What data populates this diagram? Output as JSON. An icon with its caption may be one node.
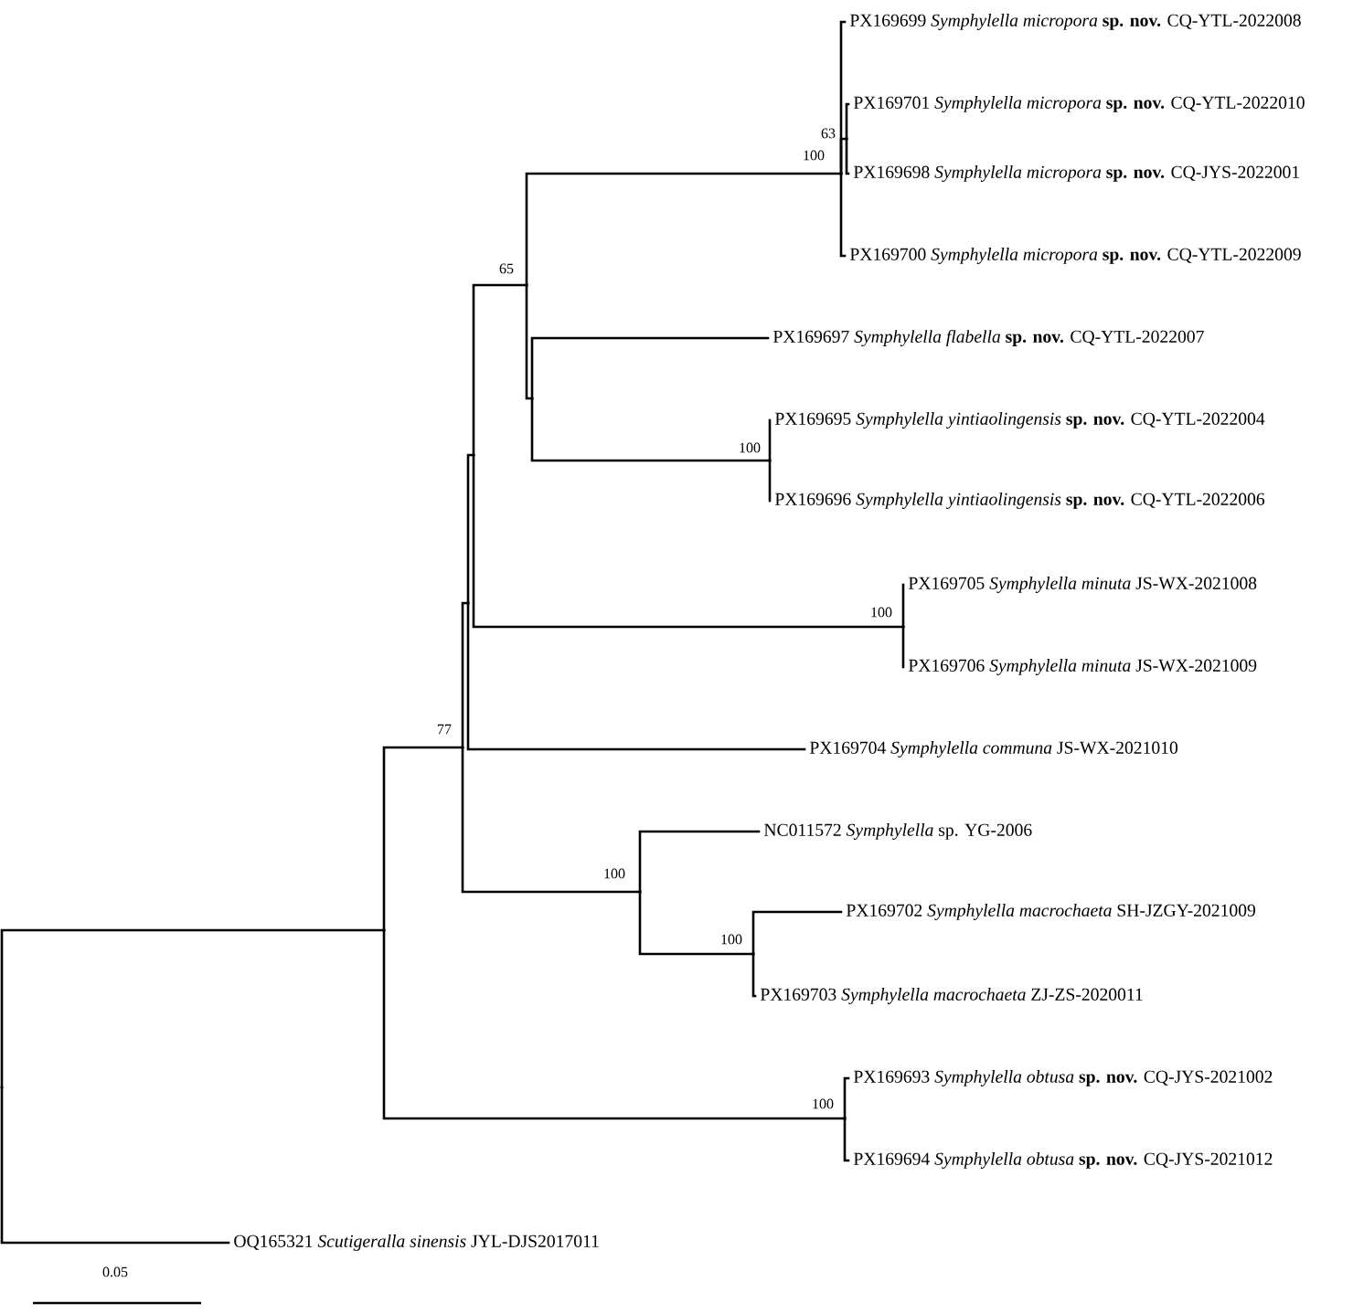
{
  "diagram": {
    "nodes": [
      {
        "text": [
          "PX169699 *Symphylella micropora* **sp. nov.** CQ-YTL-2022008"
        ]
      },
      {
        "text": [
          "PX169701 *Symphylella micropora* **sp. nov.** CQ-YTL-2022010"
        ]
      },
      {
        "text": [
          "PX169698 *Symphylella micropora* **sp. nov.** CQ-JYS-2022001"
        ]
      },
      {
        "text": [
          "PX169700 *Symphylella micropora* **sp. nov.** CQ-YTL-2022009"
        ]
      },
      {
        "text": [
          "PX169697 *Symphylella flabella* **sp. nov.** CQ-YTL-2022007"
        ]
      },
      {
        "text": [
          "PX169695 *Symphylella yintiaolingensis* **sp. nov.** CQ-YTL-2022004"
        ]
      },
      {
        "text": [
          "PX169696 *Symphylella yintiaolingensis* **sp. nov.** CQ-YTL-2022006"
        ]
      },
      {
        "text": [
          "PX169705 *Symphylella minuta* JS-WX-2021008"
        ]
      },
      {
        "text": [
          "PX169706 *Symphylella minuta* JS-WX-2021009"
        ]
      },
      {
        "text": [
          "PX169704 *Symphylella communa* JS-WX-2021010"
        ]
      },
      {
        "text": [
          "NC011572 *Symphylella* sp. YG-2006"
        ]
      },
      {
        "text": [
          "PX169702 *Symphylella macrochaeta* SH-JZGY-2021009"
        ]
      },
      {
        "text": [
          "PX169703 *Symphylella macrochaeta* ZJ-ZS-2020011"
        ]
      },
      {
        "text": [
          "PX169693 *Symphylella obtusa* **sp. nov.** CQ-JYS-2021002"
        ]
      },
      {
        "text": [
          "PX169694 *Symphylella obtusa* **sp. nov.** CQ-JYS-2021012"
        ]
      },
      {
        "text": [
          "OQ165321 *Scutigeralla sinensis* JYL-DJS2017011"
        ]
      },
      {
        "text": [],
        "shape": "point"
      },
      {
        "text": [],
        "shape": "point"
      },
      {
        "text": [],
        "shape": "point",
        "beside": [
          "77"
        ]
      },
      {
        "text": [],
        "shape": "point"
      },
      {
        "text": [],
        "shape": "point"
      },
      {
        "text": [],
        "shape": "point",
        "beside": [
          "65"
        ]
      },
      {
        "text": [],
        "shape": "point"
      },
      {
        "text": [],
        "shape": "point",
        "beside": [
          "100"
        ]
      },
      {
        "text": [],
        "shape": "point",
        "beside": [
          "100"
        ]
      },
      {
        "text": [],
        "shape": "point",
        "beside": [
          "100"
        ]
      },
      {
        "text": [],
        "shape": "point",
        "beside": [
          "100"
        ]
      },
      {
        "text": [],
        "shape": "point",
        "beside": [
          "63"
        ]
      },
      {
        "text": [],
        "shape": "point",
        "beside": [
          "100"
        ]
      },
      {
        "text": [],
        "shape": "point",
        "beside": [
          "100"
        ]
      }
    ],
    "edges": [
      {
        "from": 16,
        "to": 17,
        "arrow": "none"
      },
      {
        "from": 16,
        "to": 15,
        "arrow": "none"
      },
      {
        "from": 17,
        "to": 18,
        "arrow": "none"
      },
      {
        "from": 17,
        "to": 28,
        "arrow": "none"
      },
      {
        "from": 18,
        "to": 19,
        "arrow": "none"
      },
      {
        "from": 18,
        "to": 23,
        "arrow": "none"
      },
      {
        "from": 19,
        "to": 20,
        "arrow": "none"
      },
      {
        "from": 19,
        "to": 9,
        "arrow": "none"
      },
      {
        "from": 20,
        "to": 21,
        "arrow": "none"
      },
      {
        "from": 20,
        "to": 29,
        "arrow": "none"
      },
      {
        "from": 21,
        "to": 26,
        "arrow": "none"
      },
      {
        "from": 21,
        "to": 22,
        "arrow": "none"
      },
      {
        "from": 22,
        "to": 4,
        "arrow": "none"
      },
      {
        "from": 22,
        "to": 25,
        "arrow": "none"
      },
      {
        "from": 23,
        "to": 10,
        "arrow": "none"
      },
      {
        "from": 23,
        "to": 24,
        "arrow": "none"
      },
      {
        "from": 24,
        "to": 11,
        "arrow": "none"
      },
      {
        "from": 24,
        "to": 12,
        "arrow": "none"
      },
      {
        "from": 25,
        "to": 5,
        "arrow": "none"
      },
      {
        "from": 25,
        "to": 6,
        "arrow": "none"
      },
      {
        "from": 26,
        "to": 0,
        "arrow": "none"
      },
      {
        "from": 26,
        "to": 27,
        "arrow": "none"
      },
      {
        "from": 26,
        "to": 3,
        "arrow": "none"
      },
      {
        "from": 27,
        "to": 1,
        "arrow": "none"
      },
      {
        "from": 27,
        "to": 2,
        "arrow": "none"
      },
      {
        "from": 28,
        "to": 13,
        "arrow": "none"
      },
      {
        "from": 28,
        "to": 14,
        "arrow": "none"
      },
      {
        "from": 29,
        "to": 7,
        "arrow": "none"
      },
      {
        "from": 29,
        "to": 8,
        "arrow": "none"
      }
    ],
    "labels": [
      "0.05"
    ]
  }
}
